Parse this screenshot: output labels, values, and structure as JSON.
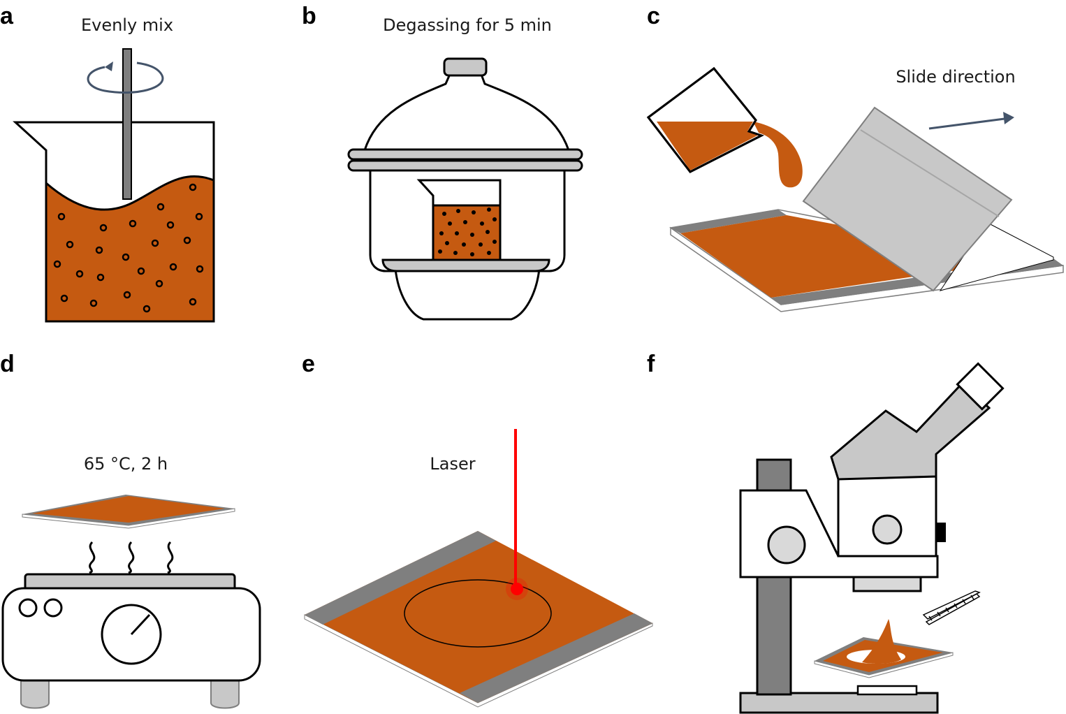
{
  "panels": {
    "a": {
      "letter": "a",
      "caption": "Evenly mix"
    },
    "b": {
      "letter": "b",
      "caption": "Degassing for 5 min"
    },
    "c": {
      "letter": "c",
      "caption": "Slide direction"
    },
    "d": {
      "letter": "d",
      "caption": "65 °C, 2 h"
    },
    "e": {
      "letter": "e",
      "caption": "Laser"
    },
    "f": {
      "letter": "f"
    }
  },
  "colors": {
    "slurry": "#c55a11",
    "stroke": "#000000",
    "grey_light": "#c8c8c8",
    "grey_mid": "#a6a6a6",
    "grey_dark": "#7f7f7f",
    "arrow": "#44546a",
    "laser": "#ff0000"
  }
}
